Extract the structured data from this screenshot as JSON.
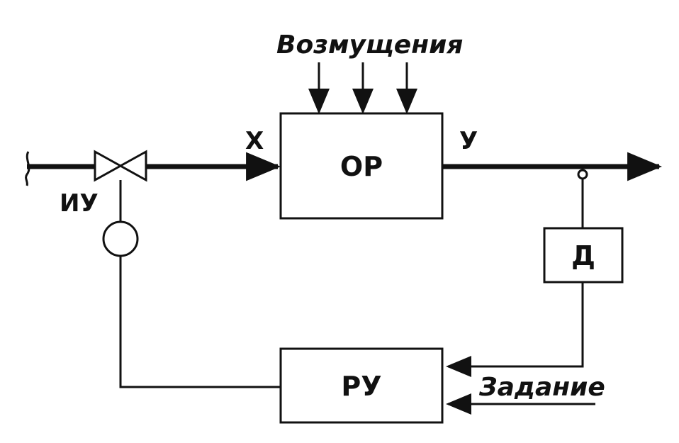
{
  "diagram": {
    "disturbances_label": "Возмущения",
    "input_label": "X",
    "output_label": "У",
    "object_block": "ОР",
    "sensor_block": "Д",
    "controller_block": "РУ",
    "actuator_label": "ИУ",
    "setpoint_label": "Задание"
  }
}
